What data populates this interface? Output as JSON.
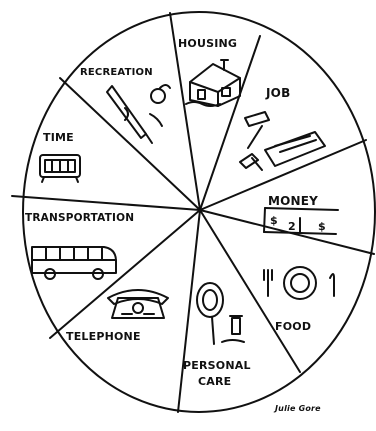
{
  "wheel": {
    "segments": [
      {
        "key": "housing",
        "label": "HOUSING",
        "icon": "house-icon"
      },
      {
        "key": "job",
        "label": "JOB",
        "icon": "tools-icon"
      },
      {
        "key": "money",
        "label": "MONEY",
        "icon": "coins-icon"
      },
      {
        "key": "food",
        "label": "FOOD",
        "icon": "plate-icon"
      },
      {
        "key": "personal_care",
        "label_line1": "PERSONAL",
        "label_line2": "CARE",
        "icon": "mirror-icon"
      },
      {
        "key": "telephone",
        "label": "TELEPHONE",
        "icon": "telephone-icon"
      },
      {
        "key": "transportation",
        "label": "TRANSPORTATION",
        "icon": "bus-icon"
      },
      {
        "key": "time",
        "label": "TIME",
        "icon": "clock-icon"
      },
      {
        "key": "recreation",
        "label": "RECREATION",
        "icon": "bat-ball-icon"
      }
    ],
    "money_values": [
      "$",
      "2",
      "$"
    ]
  },
  "signature": "Julie Gore",
  "colors": {
    "ink": "#111111",
    "paper": "#ffffff"
  }
}
